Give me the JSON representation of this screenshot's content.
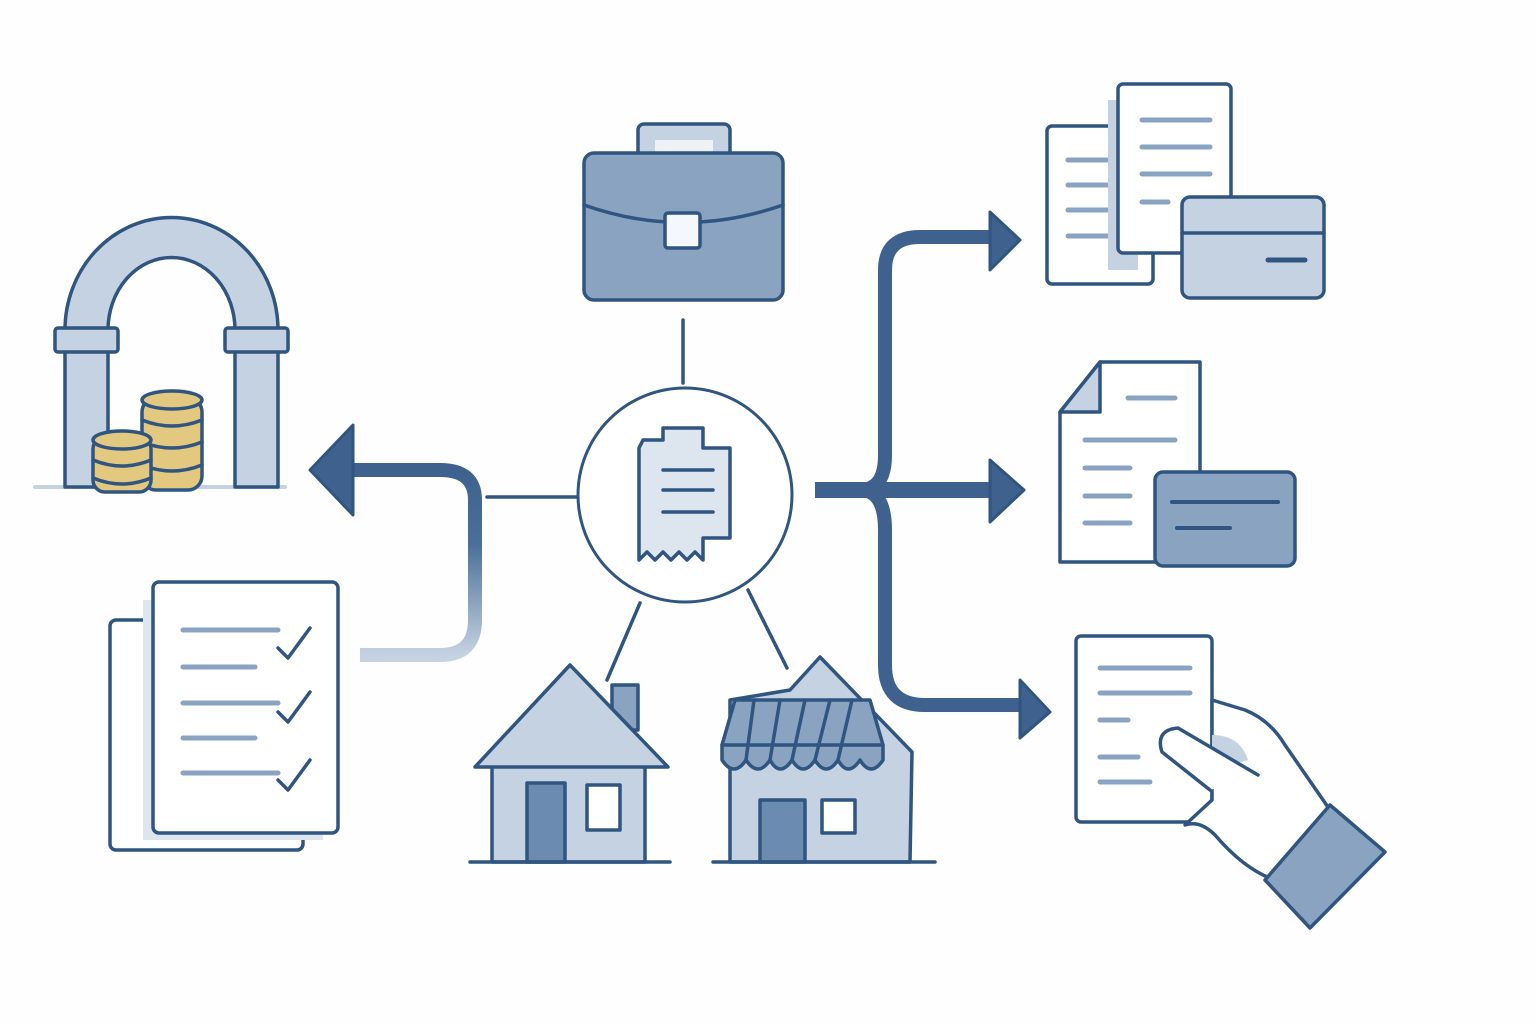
{
  "diagram": {
    "center": {
      "icon": "receipt-icon"
    },
    "nodes": [
      {
        "id": "business",
        "icon": "briefcase-icon"
      },
      {
        "id": "residential",
        "icon": "house-icon"
      },
      {
        "id": "commercial",
        "icon": "shop-icon"
      },
      {
        "id": "exempt-income",
        "icon": "arch-coins-icon"
      },
      {
        "id": "checklist",
        "icon": "checklist-documents-icon"
      },
      {
        "id": "documents-card",
        "icon": "documents-card-icon"
      },
      {
        "id": "document-card",
        "icon": "document-card-icon"
      },
      {
        "id": "handover",
        "icon": "hand-document-icon"
      }
    ]
  },
  "colors": {
    "stroke": "#2f5580",
    "mid": "#8aa3c0",
    "light": "#c5d2e2",
    "coin": "#e3c97f",
    "background": "#fefefe"
  }
}
